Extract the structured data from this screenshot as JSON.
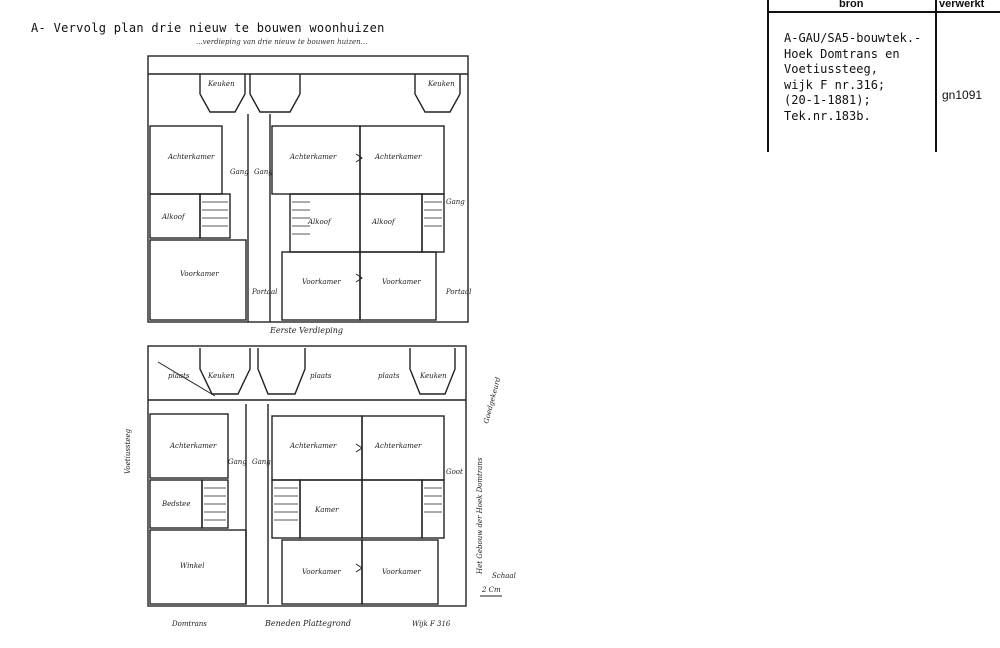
{
  "document": {
    "title": "A- Vervolg plan drie nieuw te bouwen woonhuizen",
    "subtitle": "...verdieping van drie nieuw te bouwen huizen..."
  },
  "source_table": {
    "header_bron": "bron",
    "header_verwerkt": "verwerkt",
    "bron_lines": [
      "A-GAU/SA5-bouwtek.-",
      "Hoek Domtrans en",
      "Voetiussteeg,",
      "wijk F nr.316;",
      "(20-1-1881);",
      "Tek.nr.183b."
    ],
    "verwerkt_value": "gn1091"
  },
  "drawing": {
    "upper_plan": {
      "caption": "Eerste Verdieping",
      "rooms": {
        "keuken": "Keuken",
        "achterkamer": "Achterkamer",
        "alkoof": "Alkoof",
        "voorkamer": "Voorkamer",
        "gang": "Gang",
        "portaal": "Portaal"
      }
    },
    "lower_plan": {
      "caption": "Beneden Plattegrond",
      "street_bottom": "Domtrans",
      "wijk": "Wijk F 316",
      "street_left": "Voetiussteeg",
      "scale_label": "Schaal",
      "scale_value": "2 Cm",
      "rooms": {
        "keuken": "Keuken",
        "plaats": "plaats",
        "achterkamer": "Achterkamer",
        "kamer": "Kamer",
        "voorkamer": "Voorkamer",
        "winkel": "Winkel",
        "gang": "Gang",
        "bedstee": "Bedstee",
        "goot": "Goot"
      },
      "side_note": "Het Gebouw der Hoek Domtrans",
      "signature": "Goedgekeurd"
    }
  }
}
